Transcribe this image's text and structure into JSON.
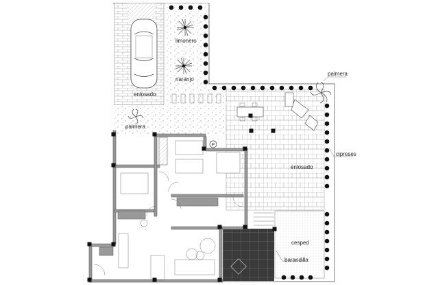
{
  "labels": {
    "limonero": "limonero",
    "naranjo": "naranjo",
    "enlosado_driveway": "enlosado",
    "palmera_front": "palmera",
    "palmera_patio": "palmera",
    "enlosado_patio": "enlosado",
    "cipreses": "cipreses",
    "cesped": "cesped",
    "barandilla": "barandilla"
  },
  "colors": {
    "wall": "#9a9a9a",
    "terrace": "#3a3a3a",
    "cypress": "#111111",
    "line": "#444444"
  }
}
